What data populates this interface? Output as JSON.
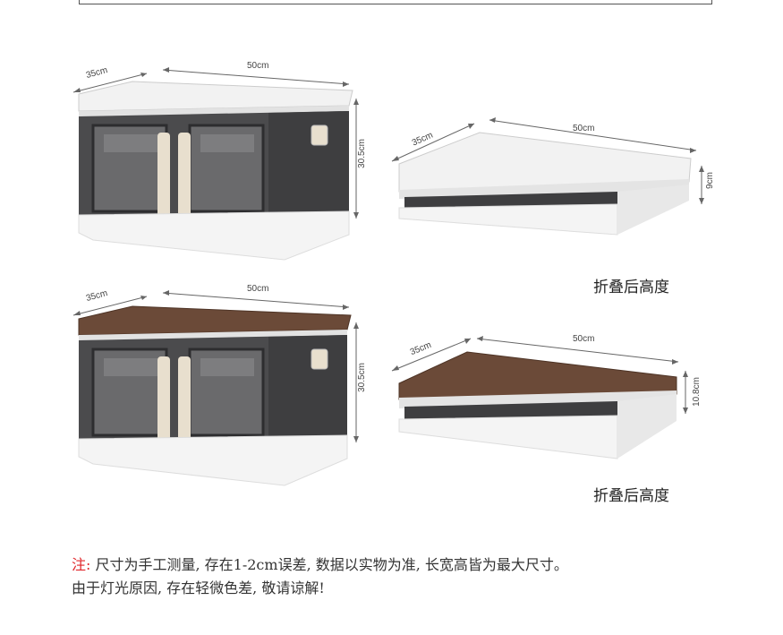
{
  "box1": {
    "depth": "35cm",
    "width": "50cm",
    "height": "30.5cm"
  },
  "box2": {
    "depth": "35cm",
    "width": "50cm",
    "height": "9cm",
    "caption": "折叠后高度"
  },
  "box3": {
    "depth": "35cm",
    "width": "50cm",
    "height": "30.5cm"
  },
  "box4": {
    "depth": "35cm",
    "width": "50cm",
    "height": "10.8cm",
    "caption": "折叠后高度"
  },
  "note": {
    "prefix": "注:",
    "line1": " 尺寸为手工测量, 存在1-2cm误差, 数据以实物为准, 长宽高皆为最大尺寸。",
    "line2": "由于灯光原因, 存在轻微色差, 敬请谅解!"
  },
  "colors": {
    "accent_red": "#e0262a",
    "wood": "#6b4a38",
    "shell": "#f4f4f4",
    "tint": "#4a4a4a"
  }
}
